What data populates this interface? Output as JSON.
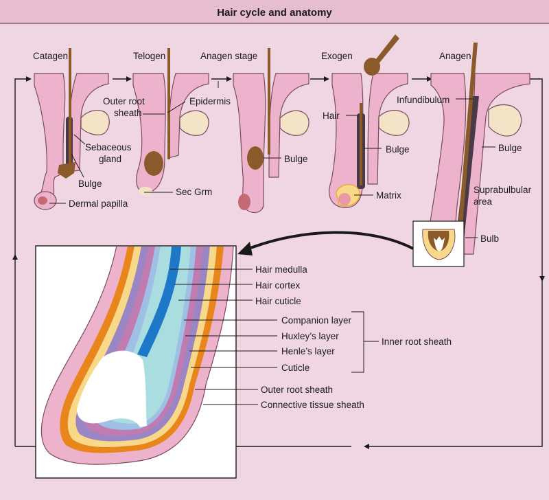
{
  "title": "Hair cycle and anatomy",
  "stages": {
    "catagen": "Catagen",
    "telogen": "Telogen",
    "anagen_stage": "Anagen stage",
    "exogen": "Exogen",
    "anagen": "Anagen"
  },
  "labels": {
    "outer_root_sheath_1": "Outer root",
    "outer_root_sheath_2": "sheath",
    "epidermis": "Epidermis",
    "sebaceous_1": "Sebaceous",
    "sebaceous_2": "gland",
    "bulge_catagen": "Bulge",
    "dermal_papilla": "Dermal papilla",
    "sec_grm": "Sec Grm",
    "bulge_anagen_stage": "Bulge",
    "hair": "Hair",
    "bulge_exogen": "Bulge",
    "matrix": "Matrix",
    "infundibulum": "Infundibulum",
    "bulge_anagen": "Bulge",
    "suprabulbular_1": "Suprabulbular",
    "suprabulbular_2": "area",
    "bulb": "Bulb"
  },
  "layers": {
    "hair_medulla": "Hair medulla",
    "hair_cortex": "Hair cortex",
    "hair_cuticle": "Hair cuticle",
    "companion": "Companion layer",
    "huxley": "Huxley’s layer",
    "henle": "Henle’s layer",
    "cuticle": "Cuticle",
    "inner_root_sheath": "Inner root sheath",
    "outer_root_sheath": "Outer root sheath",
    "connective_tissue_sheath": "Connective tissue sheath"
  },
  "colors": {
    "background": "#f0d6e2",
    "skin": "#eeb3cc",
    "outline": "#7a4a5e",
    "hair_shaft": "#8b5a2b",
    "hair_dark": "#4a3a48",
    "sebaceous": "#f3e4c8",
    "orange": "#e8861c",
    "yellow": "#f8d98a",
    "purple": "#9a86c4",
    "lightblue": "#a9dde0",
    "blue": "#1e78c8"
  }
}
